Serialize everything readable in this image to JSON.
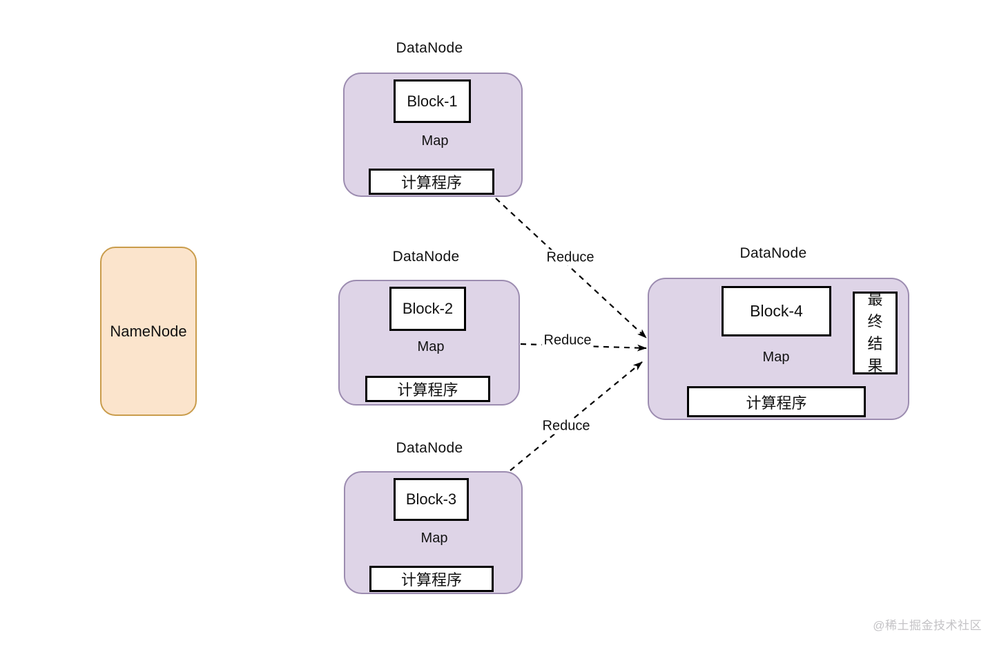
{
  "namenode": {
    "label": "NameNode"
  },
  "datanodes": [
    {
      "title": "DataNode",
      "block": "Block-1",
      "map": "Map",
      "program": "计算程序"
    },
    {
      "title": "DataNode",
      "block": "Block-2",
      "map": "Map",
      "program": "计算程序"
    },
    {
      "title": "DataNode",
      "block": "Block-3",
      "map": "Map",
      "program": "计算程序"
    },
    {
      "title": "DataNode",
      "block": "Block-4",
      "map": "Map",
      "program": "计算程序",
      "result": "最终结果"
    }
  ],
  "reduce_arrows": [
    {
      "label": "Reduce"
    },
    {
      "label": "Reduce"
    },
    {
      "label": "Reduce"
    }
  ],
  "watermark": "@稀土掘金技术社区",
  "colors": {
    "background": "#ffffff",
    "datanode_fill": "#ded4e7",
    "datanode_border": "#9c8cb0",
    "namenode_fill": "#fbe4cc",
    "namenode_border": "#c99c4b",
    "box_fill": "#ffffff",
    "box_border": "#000000",
    "arrow": "#000000",
    "watermark": "#c4c3c6"
  }
}
